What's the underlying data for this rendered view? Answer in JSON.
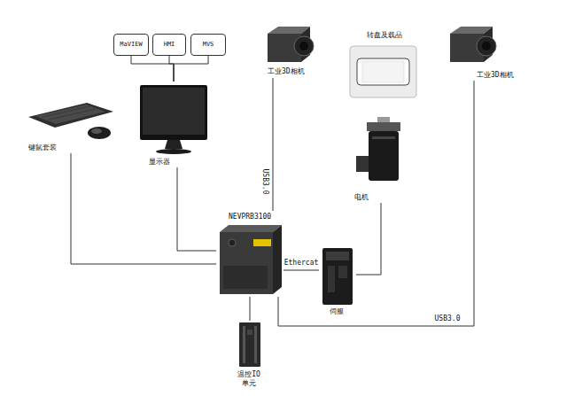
{
  "diagram": {
    "nodes": [
      {
        "text": [
          "MaVIEW"
        ]
      },
      {
        "text": [
          "HMI"
        ]
      },
      {
        "text": [
          "MVS"
        ]
      },
      {
        "text": [
          "工业3D相机"
        ]
      },
      {
        "text": [
          "转盘及载品"
        ]
      },
      {
        "text": [
          "工业3D相机"
        ]
      },
      {
        "text": [
          "键鼠套装"
        ]
      },
      {
        "text": [
          "显示器"
        ]
      },
      {
        "text": [
          "电机"
        ]
      },
      {
        "text": [
          "NEVPRB3100"
        ]
      },
      {
        "text": [
          "伺服"
        ]
      },
      {
        "text": [
          "温控IO 单元"
        ]
      }
    ],
    "edges": [
      {
        "from": 0,
        "to": 7,
        "arrow": "none"
      },
      {
        "from": 1,
        "to": 7,
        "arrow": "none"
      },
      {
        "from": 2,
        "to": 7,
        "arrow": "none"
      },
      {
        "from": 6,
        "to": 9,
        "arrow": "none"
      },
      {
        "from": 7,
        "to": 9,
        "arrow": "none"
      },
      {
        "from": 3,
        "to": 9,
        "label": "USB3.0",
        "arrow": "none"
      },
      {
        "from": 9,
        "to": 10,
        "label": "Ethercat",
        "arrow": "none"
      },
      {
        "from": 10,
        "to": 8,
        "arrow": "none"
      },
      {
        "from": 11,
        "to": 9,
        "arrow": "none"
      },
      {
        "from": 5,
        "to": 9,
        "label": "USB3.0",
        "arrow": "none"
      }
    ]
  }
}
